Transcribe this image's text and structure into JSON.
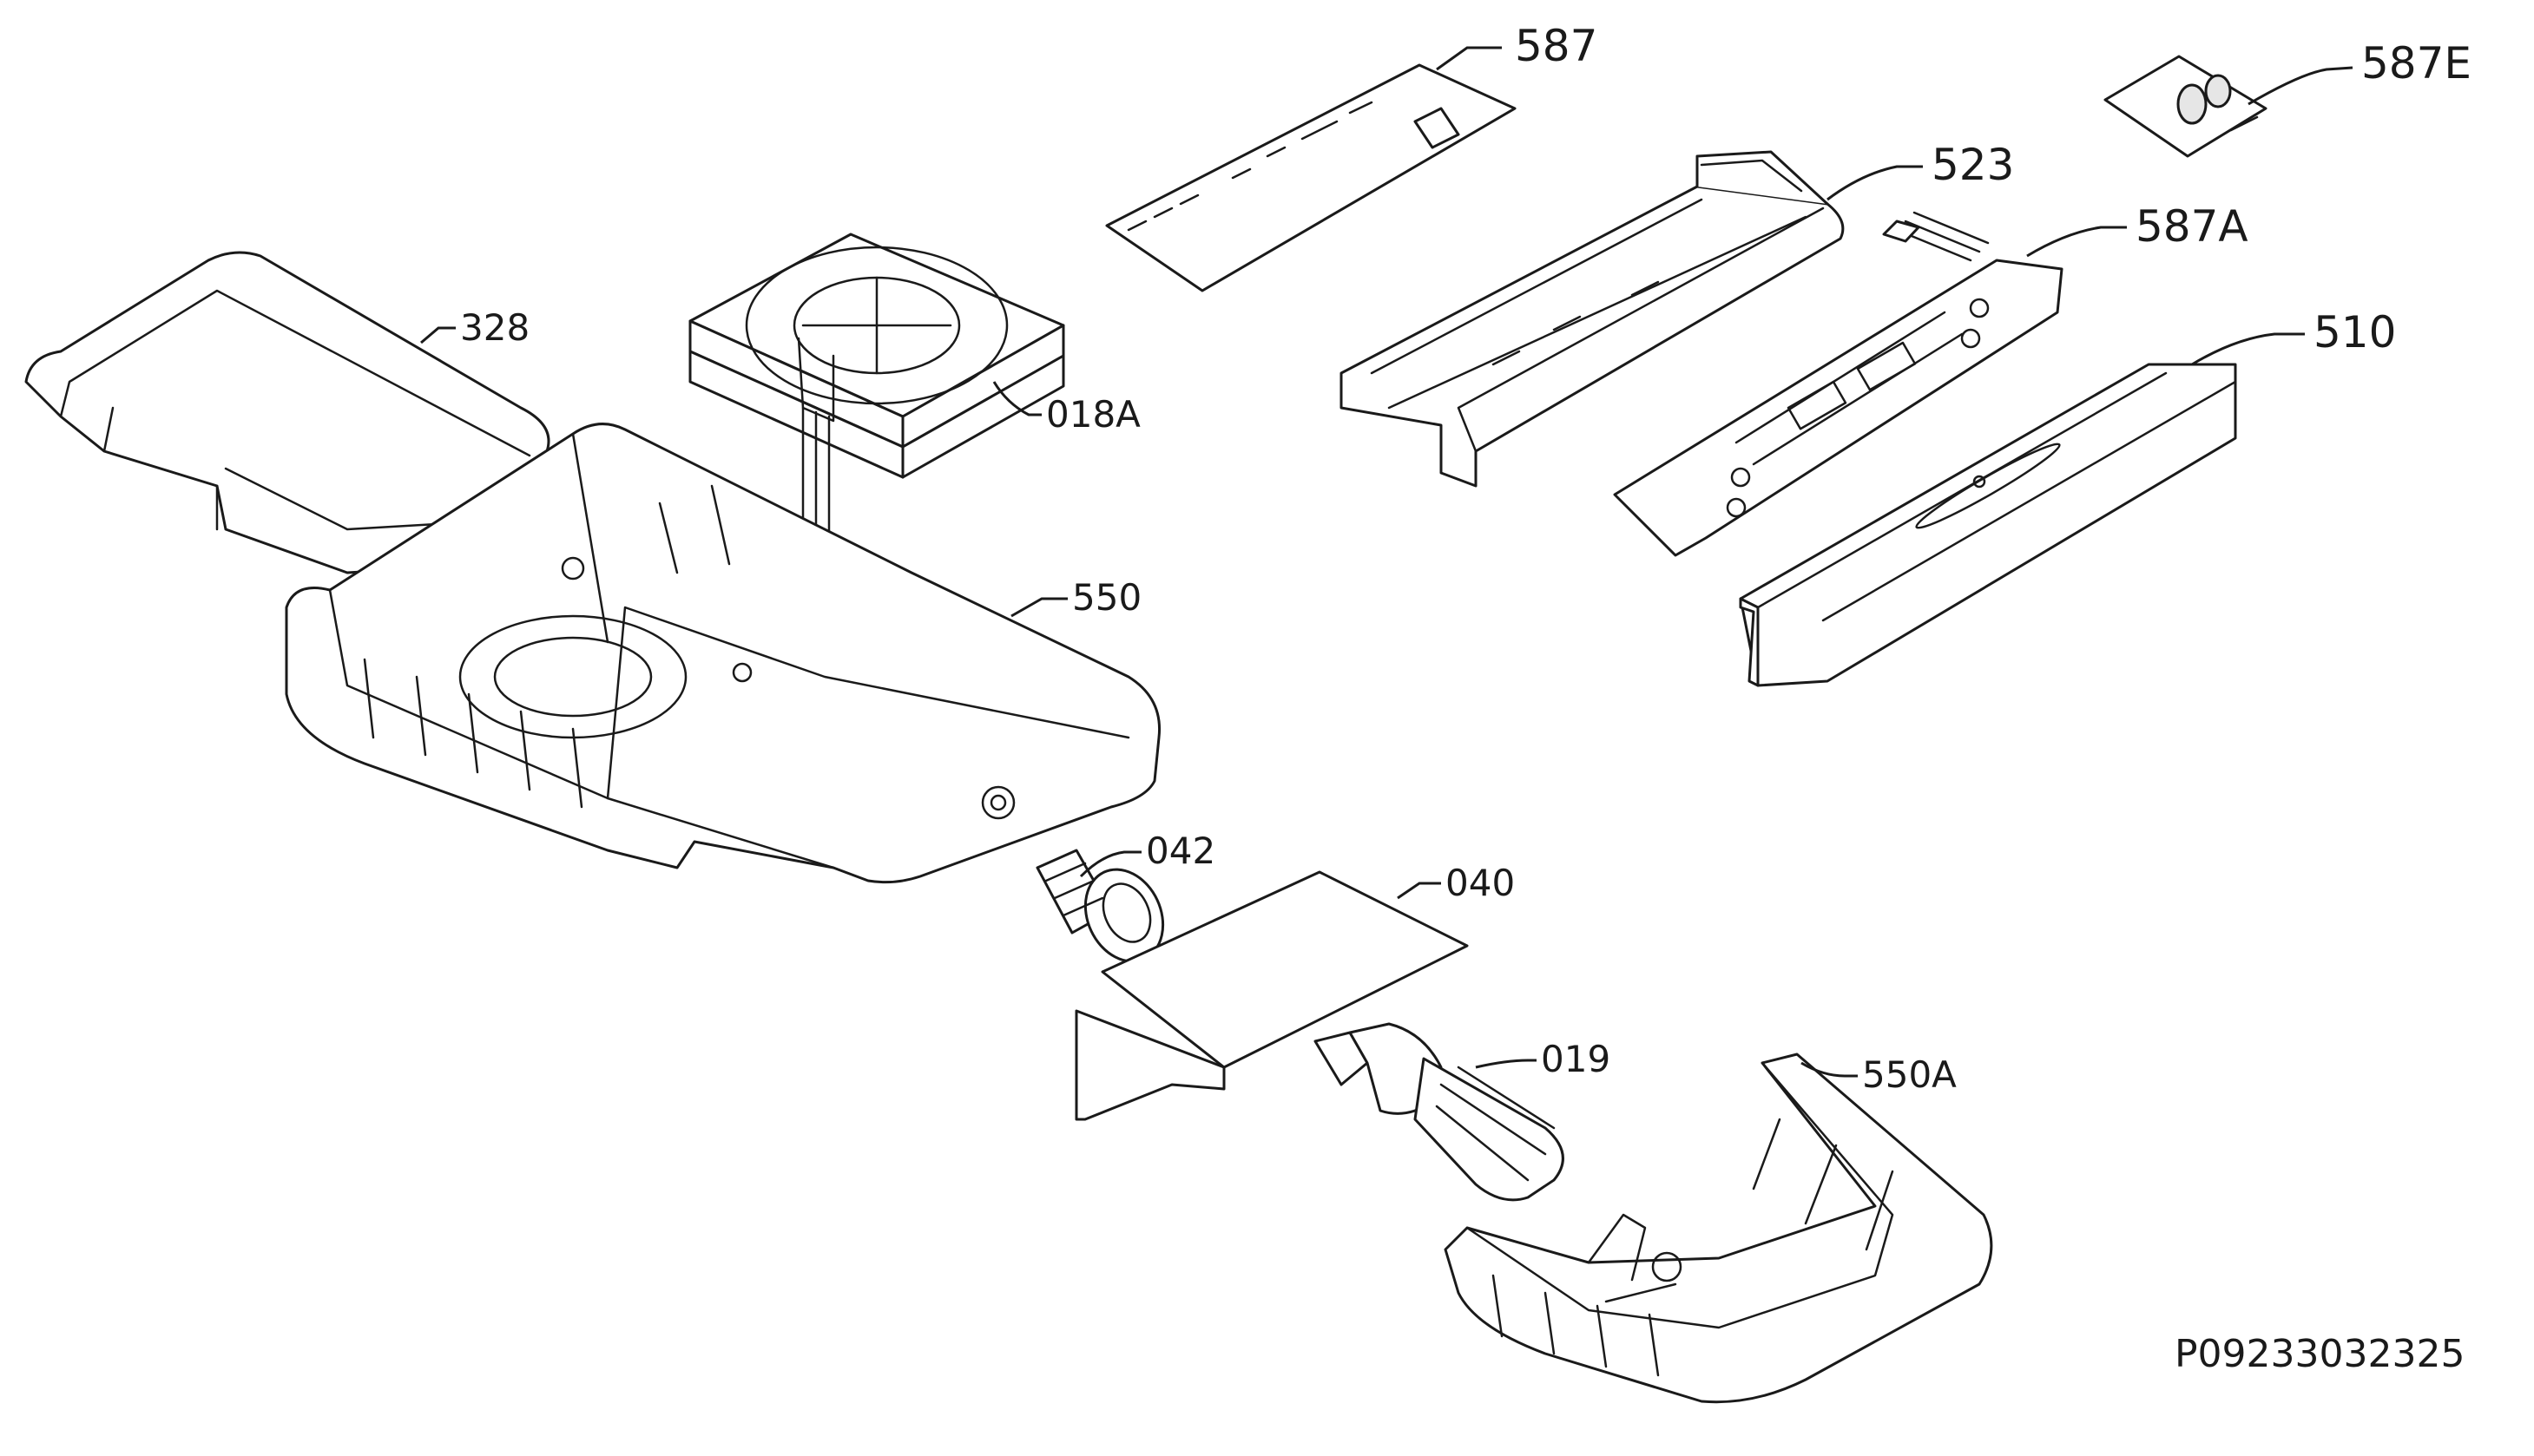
{
  "diagram": {
    "type": "exploded-parts-view",
    "drawing_code": "P09233032325",
    "parts": [
      {
        "id": "p328",
        "label": "328"
      },
      {
        "id": "p018a",
        "label": "018A"
      },
      {
        "id": "p550",
        "label": "550"
      },
      {
        "id": "p042",
        "label": "042"
      },
      {
        "id": "p040",
        "label": "040"
      },
      {
        "id": "p019",
        "label": "019"
      },
      {
        "id": "p550a",
        "label": "550A"
      },
      {
        "id": "p587",
        "label": "587"
      },
      {
        "id": "p523",
        "label": "523"
      },
      {
        "id": "p587a",
        "label": "587A"
      },
      {
        "id": "p587e",
        "label": "587E"
      },
      {
        "id": "p510",
        "label": "510"
      }
    ]
  },
  "colors": {
    "line": "#1a1a1a",
    "background": "#ffffff",
    "shade": "#e6e6e6"
  }
}
